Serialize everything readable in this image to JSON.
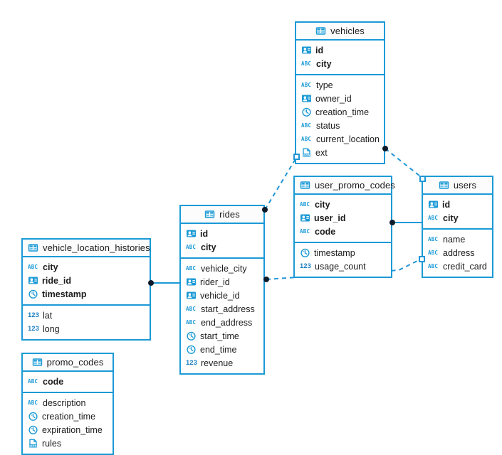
{
  "diagram": {
    "kind": "er-diagram",
    "accent_color": "#1b9ad6",
    "edge_dashed_color": "#2196d6",
    "edge_solid_color": "#1b9ad6",
    "endpoint_dot_color": "#0d1b2a",
    "background": "#ffffff"
  },
  "tables": [
    {
      "id": "vehicles",
      "name": "vehicles",
      "icon": "table-icon",
      "keys": [
        {
          "name": "id",
          "type_icon": "key-id-icon"
        },
        {
          "name": "city",
          "type_icon": "abc-icon"
        }
      ],
      "columns": [
        {
          "name": "type",
          "type_icon": "abc-icon"
        },
        {
          "name": "owner_id",
          "type_icon": "key-id-icon"
        },
        {
          "name": "creation_time",
          "type_icon": "clock-icon"
        },
        {
          "name": "status",
          "type_icon": "abc-icon"
        },
        {
          "name": "current_location",
          "type_icon": "abc-icon"
        },
        {
          "name": "ext",
          "type_icon": "json-icon"
        }
      ]
    },
    {
      "id": "user_promo_codes",
      "name": "user_promo_codes",
      "icon": "table-icon",
      "keys": [
        {
          "name": "city",
          "type_icon": "abc-icon"
        },
        {
          "name": "user_id",
          "type_icon": "key-id-icon"
        },
        {
          "name": "code",
          "type_icon": "abc-icon"
        }
      ],
      "columns": [
        {
          "name": "timestamp",
          "type_icon": "clock-icon"
        },
        {
          "name": "usage_count",
          "type_icon": "number-icon"
        }
      ]
    },
    {
      "id": "users",
      "name": "users",
      "icon": "table-icon",
      "keys": [
        {
          "name": "id",
          "type_icon": "key-id-icon"
        },
        {
          "name": "city",
          "type_icon": "abc-icon"
        }
      ],
      "columns": [
        {
          "name": "name",
          "type_icon": "abc-icon"
        },
        {
          "name": "address",
          "type_icon": "abc-icon"
        },
        {
          "name": "credit_card",
          "type_icon": "abc-icon"
        }
      ]
    },
    {
      "id": "rides",
      "name": "rides",
      "icon": "table-icon",
      "keys": [
        {
          "name": "id",
          "type_icon": "key-id-icon"
        },
        {
          "name": "city",
          "type_icon": "abc-icon"
        }
      ],
      "columns": [
        {
          "name": "vehicle_city",
          "type_icon": "abc-icon"
        },
        {
          "name": "rider_id",
          "type_icon": "key-id-icon"
        },
        {
          "name": "vehicle_id",
          "type_icon": "key-id-icon"
        },
        {
          "name": "start_address",
          "type_icon": "abc-icon"
        },
        {
          "name": "end_address",
          "type_icon": "abc-icon"
        },
        {
          "name": "start_time",
          "type_icon": "clock-icon"
        },
        {
          "name": "end_time",
          "type_icon": "clock-icon"
        },
        {
          "name": "revenue",
          "type_icon": "number-icon"
        }
      ]
    },
    {
      "id": "vehicle_location_histories",
      "name": "vehicle_location_histories",
      "icon": "table-icon",
      "keys": [
        {
          "name": "city",
          "type_icon": "abc-icon"
        },
        {
          "name": "ride_id",
          "type_icon": "key-id-icon"
        },
        {
          "name": "timestamp",
          "type_icon": "clock-icon"
        }
      ],
      "columns": [
        {
          "name": "lat",
          "type_icon": "number-icon"
        },
        {
          "name": "long",
          "type_icon": "number-icon"
        }
      ]
    },
    {
      "id": "promo_codes",
      "name": "promo_codes",
      "icon": "table-icon",
      "keys": [
        {
          "name": "code",
          "type_icon": "abc-icon"
        }
      ],
      "columns": [
        {
          "name": "description",
          "type_icon": "abc-icon"
        },
        {
          "name": "creation_time",
          "type_icon": "clock-icon"
        },
        {
          "name": "expiration_time",
          "type_icon": "clock-icon"
        },
        {
          "name": "rules",
          "type_icon": "json-icon"
        }
      ]
    }
  ],
  "relationships": [
    {
      "id": "rides-to-vehicles",
      "from": "rides",
      "to": "vehicles",
      "style": "dashed"
    },
    {
      "id": "vehicles-to-users",
      "from": "vehicles",
      "to": "users",
      "style": "dashed"
    },
    {
      "id": "rides-to-users",
      "from": "rides",
      "to": "users",
      "style": "dashed"
    },
    {
      "id": "user_promo_codes-to-users",
      "from": "user_promo_codes",
      "to": "users",
      "style": "solid"
    },
    {
      "id": "vehicle_location_histories-to-rides",
      "from": "vehicle_location_histories",
      "to": "rides",
      "style": "solid"
    }
  ]
}
